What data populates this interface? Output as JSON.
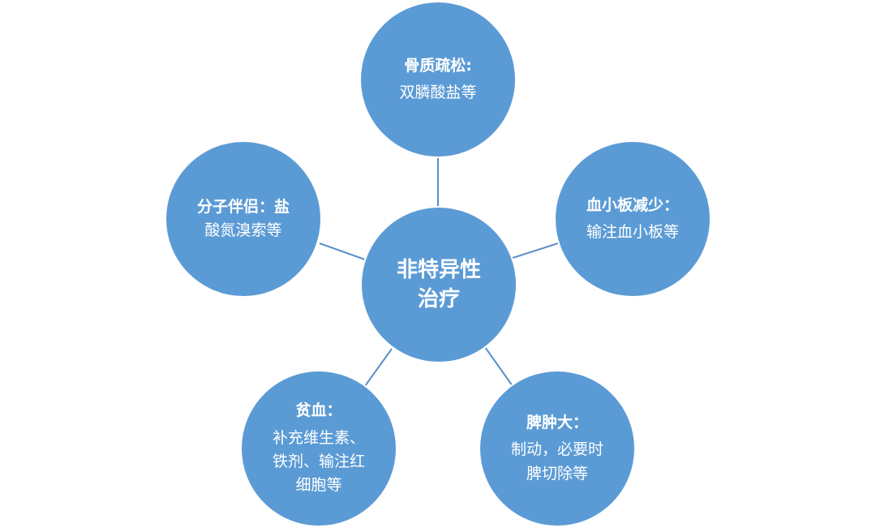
{
  "colors": {
    "node_fill": "#5b9bd5",
    "connector": "#5b8fc9",
    "text": "#ffffff"
  },
  "center": {
    "title_line1": "非特异性",
    "title_line2": "治疗"
  },
  "nodes": {
    "top": {
      "title": "骨质疏松:",
      "body": "双膦酸盐等"
    },
    "right": {
      "title": "血小板减少：",
      "body": "输注血小板等"
    },
    "bottom_right": {
      "title": "脾肿大：",
      "body_line1": "制动，必要时",
      "body_line2": "脾切除等"
    },
    "bottom_left": {
      "title": "贫血：",
      "body_line1": "补充维生素、",
      "body_line2": "铁剂、输注红",
      "body_line3": "细胞等"
    },
    "left": {
      "title_line1": "分子伴侣：盐",
      "title_line2": "酸氮溴索等"
    }
  }
}
